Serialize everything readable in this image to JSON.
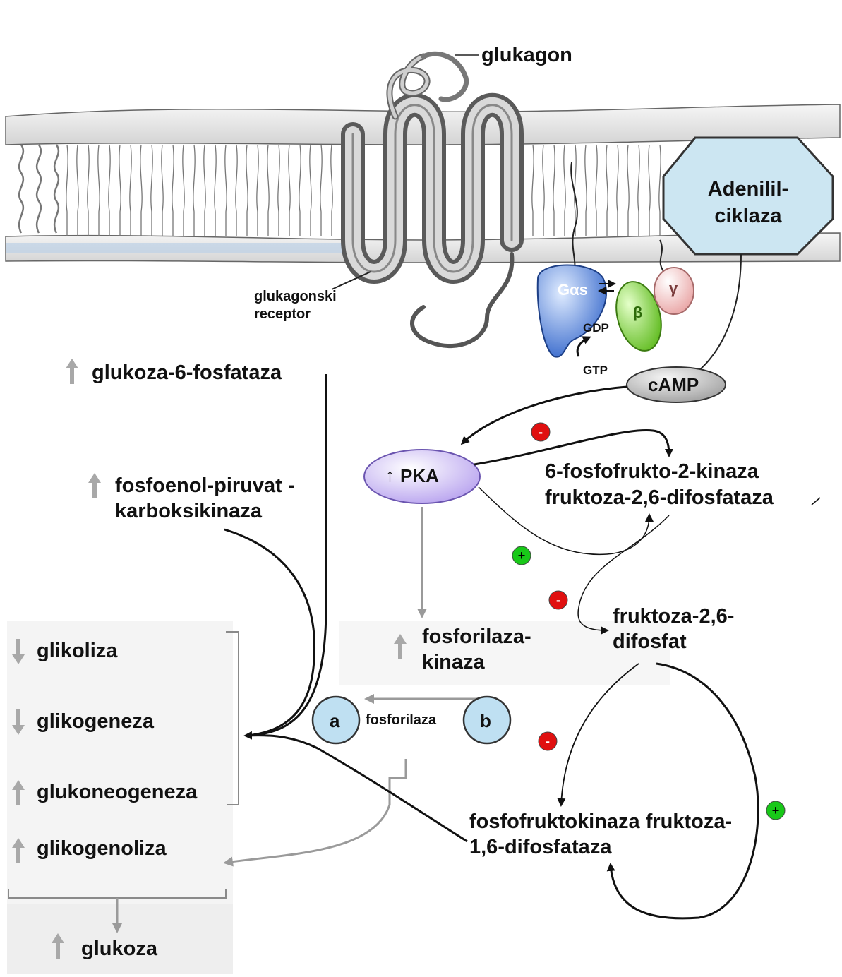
{
  "ligand": {
    "label": "glukagon"
  },
  "receptor": {
    "label": "glukagonski receptor"
  },
  "enzyme": {
    "label": "Adenilil-ciklaza"
  },
  "g_protein": {
    "alpha": "Gαs",
    "beta": "β",
    "gamma": "γ",
    "gdp": "GDP",
    "gtp": "GTP"
  },
  "camp": {
    "label": "cAMP"
  },
  "pka": {
    "arrow": "↑",
    "label": "PKA"
  },
  "gluconeogenic_enzymes": [
    {
      "arrow": "up",
      "label": "glukoza-6-fosfataza"
    },
    {
      "arrow": "up",
      "label": "fosfoenol-piruvat -karboksikinaza"
    }
  ],
  "bifunctional_enzyme": {
    "label": "6-fosfofrukto-2-kinaza fruktoza-2,6-difosfataza"
  },
  "f26bp": {
    "label": "fruktoza-2,6-difosfat"
  },
  "phosphorylase_kinase": {
    "arrow": "up",
    "label": "fosforilaza-kinaza"
  },
  "phosphorylase": {
    "a": "a",
    "b": "b",
    "label": "fosforilaza"
  },
  "pfk": {
    "label": "fosfofruktokinaza fruktoza-1,6-difosfataza"
  },
  "processes": [
    {
      "arrow": "down",
      "label": "glikoliza"
    },
    {
      "arrow": "down",
      "label": "glikogeneza"
    },
    {
      "arrow": "up",
      "label": "glukoneogeneza"
    },
    {
      "arrow": "up",
      "label": "glikogenoliza"
    }
  ],
  "result": {
    "arrow": "up",
    "label": "glukoza"
  },
  "regulation_signs": {
    "inhibit": "-",
    "activate": "+"
  },
  "colors": {
    "membrane_gray": "#cfcfcf",
    "adenylyl_fill": "#cce6f2",
    "g_alpha": "#3b74d9",
    "g_beta": "#7ecf2c",
    "g_gamma": "#f0b6b6",
    "pka": "#c4b3f0",
    "phosphorylase_fill": "#bfe0f2",
    "inhibit_red": "#e01010",
    "activate_green": "#18c818"
  }
}
